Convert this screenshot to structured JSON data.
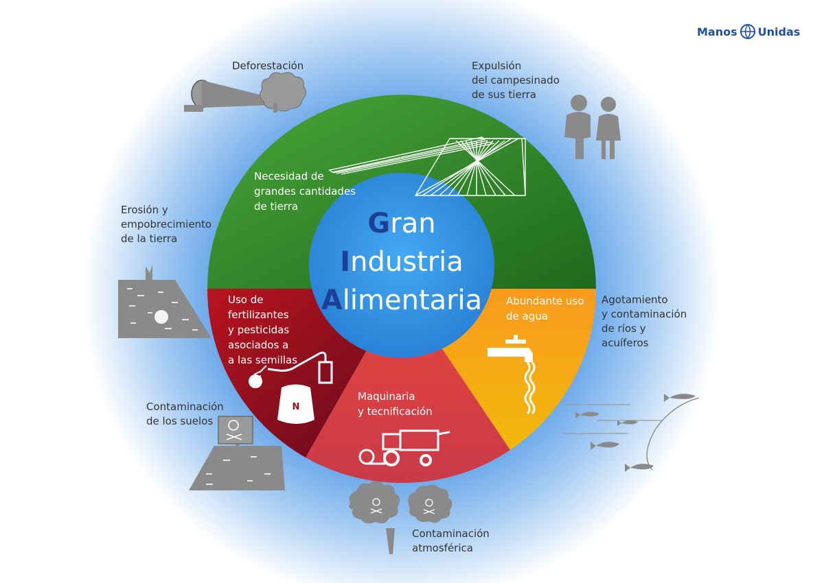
{
  "logo": {
    "text_left": "Manos",
    "text_right": "Unidas",
    "icon": "globe-icon",
    "color": "#1f4ea3"
  },
  "center": {
    "lines": [
      {
        "initial": "G",
        "rest": "ran"
      },
      {
        "initial": "I",
        "rest": "ndustria"
      },
      {
        "initial": "A",
        "rest": "limentaria"
      }
    ],
    "initial_color": "#1d3f95",
    "circle_color": "#2f8fe0"
  },
  "segments": {
    "land": {
      "text": "Necesidad de\ngrandes cantidades\nde tierra",
      "color": "#3f9a2c"
    },
    "fertilizers": {
      "text": "Uso de\nfertilizantes\ny pesticidas\nasociados a\na las semillas",
      "color": "#a0101a"
    },
    "machinery": {
      "text": "Maquinaria\ny tecnificación",
      "color": "#e4453e"
    },
    "water": {
      "text": "Abundante uso\nde agua",
      "color": "#f5a20f"
    }
  },
  "fertilizer_bag": {
    "label": "N"
  },
  "impacts": {
    "deforestation": "Deforestación",
    "expulsion": "Expulsión\ndel campesinado\nde sus tierra",
    "erosion": "Erosión y\nempobrecimiento\nde la tierra",
    "water_depletion": "Agotamiento\ny contaminación\nde ríos y\nacuíferos",
    "soil_contamination": "Contaminación\nde los suelos",
    "air_contamination": "Contaminación\natmosférica"
  },
  "icons": {
    "deforestation": "log-and-tree-icon",
    "expulsion": "peasants-icon",
    "erosion": "eroded-field-icon",
    "water": "fish-icon",
    "soil": "poison-sign-icon",
    "air": "pollution-cloud-icon",
    "fields": "crop-rows-icon",
    "sprayer": "sprayer-icon",
    "bag": "fertilizer-bag-icon",
    "harvester": "harvester-icon",
    "tap": "water-tap-icon"
  }
}
